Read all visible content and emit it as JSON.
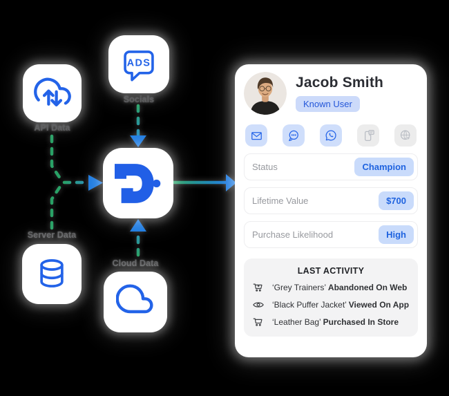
{
  "colors": {
    "accent_blue": "#2363e8",
    "flow_green": "#29a166",
    "arrow_blue": "#1d7be1",
    "known_badge_bg": "#ccdafa",
    "known_badge_text": "#2457d9",
    "value_badge_bg": "#c9dbfb",
    "value_badge_text": "#1f63df",
    "inactive_gray": "#b9bdc4"
  },
  "diagram": {
    "sources": [
      {
        "label": "API Data"
      },
      {
        "label": "Socials",
        "icon_text": "ADS"
      },
      {
        "label": "Server Data"
      },
      {
        "label": "Cloud Data"
      }
    ]
  },
  "profile": {
    "name": "Jacob Smith",
    "status_badge": "Known User",
    "channels": [
      {
        "name": "email",
        "active": true
      },
      {
        "name": "chat",
        "active": true
      },
      {
        "name": "whatsapp",
        "active": true
      },
      {
        "name": "sms",
        "active": false
      },
      {
        "name": "web",
        "active": false
      }
    ],
    "attributes": [
      {
        "label": "Status",
        "value": "Champion"
      },
      {
        "label": "Lifetime Value",
        "value": "$700"
      },
      {
        "label": "Purchase Likelihood",
        "value": "High"
      }
    ],
    "activity": {
      "title": "LAST ACTIVITY",
      "items": [
        {
          "product": "‘Grey Trainers’",
          "action": "Abandoned On Web"
        },
        {
          "product": "‘Black Puffer Jacket’",
          "action": "Viewed On App"
        },
        {
          "product": "‘Leather Bag’",
          "action": "Purchased In Store"
        }
      ]
    }
  }
}
